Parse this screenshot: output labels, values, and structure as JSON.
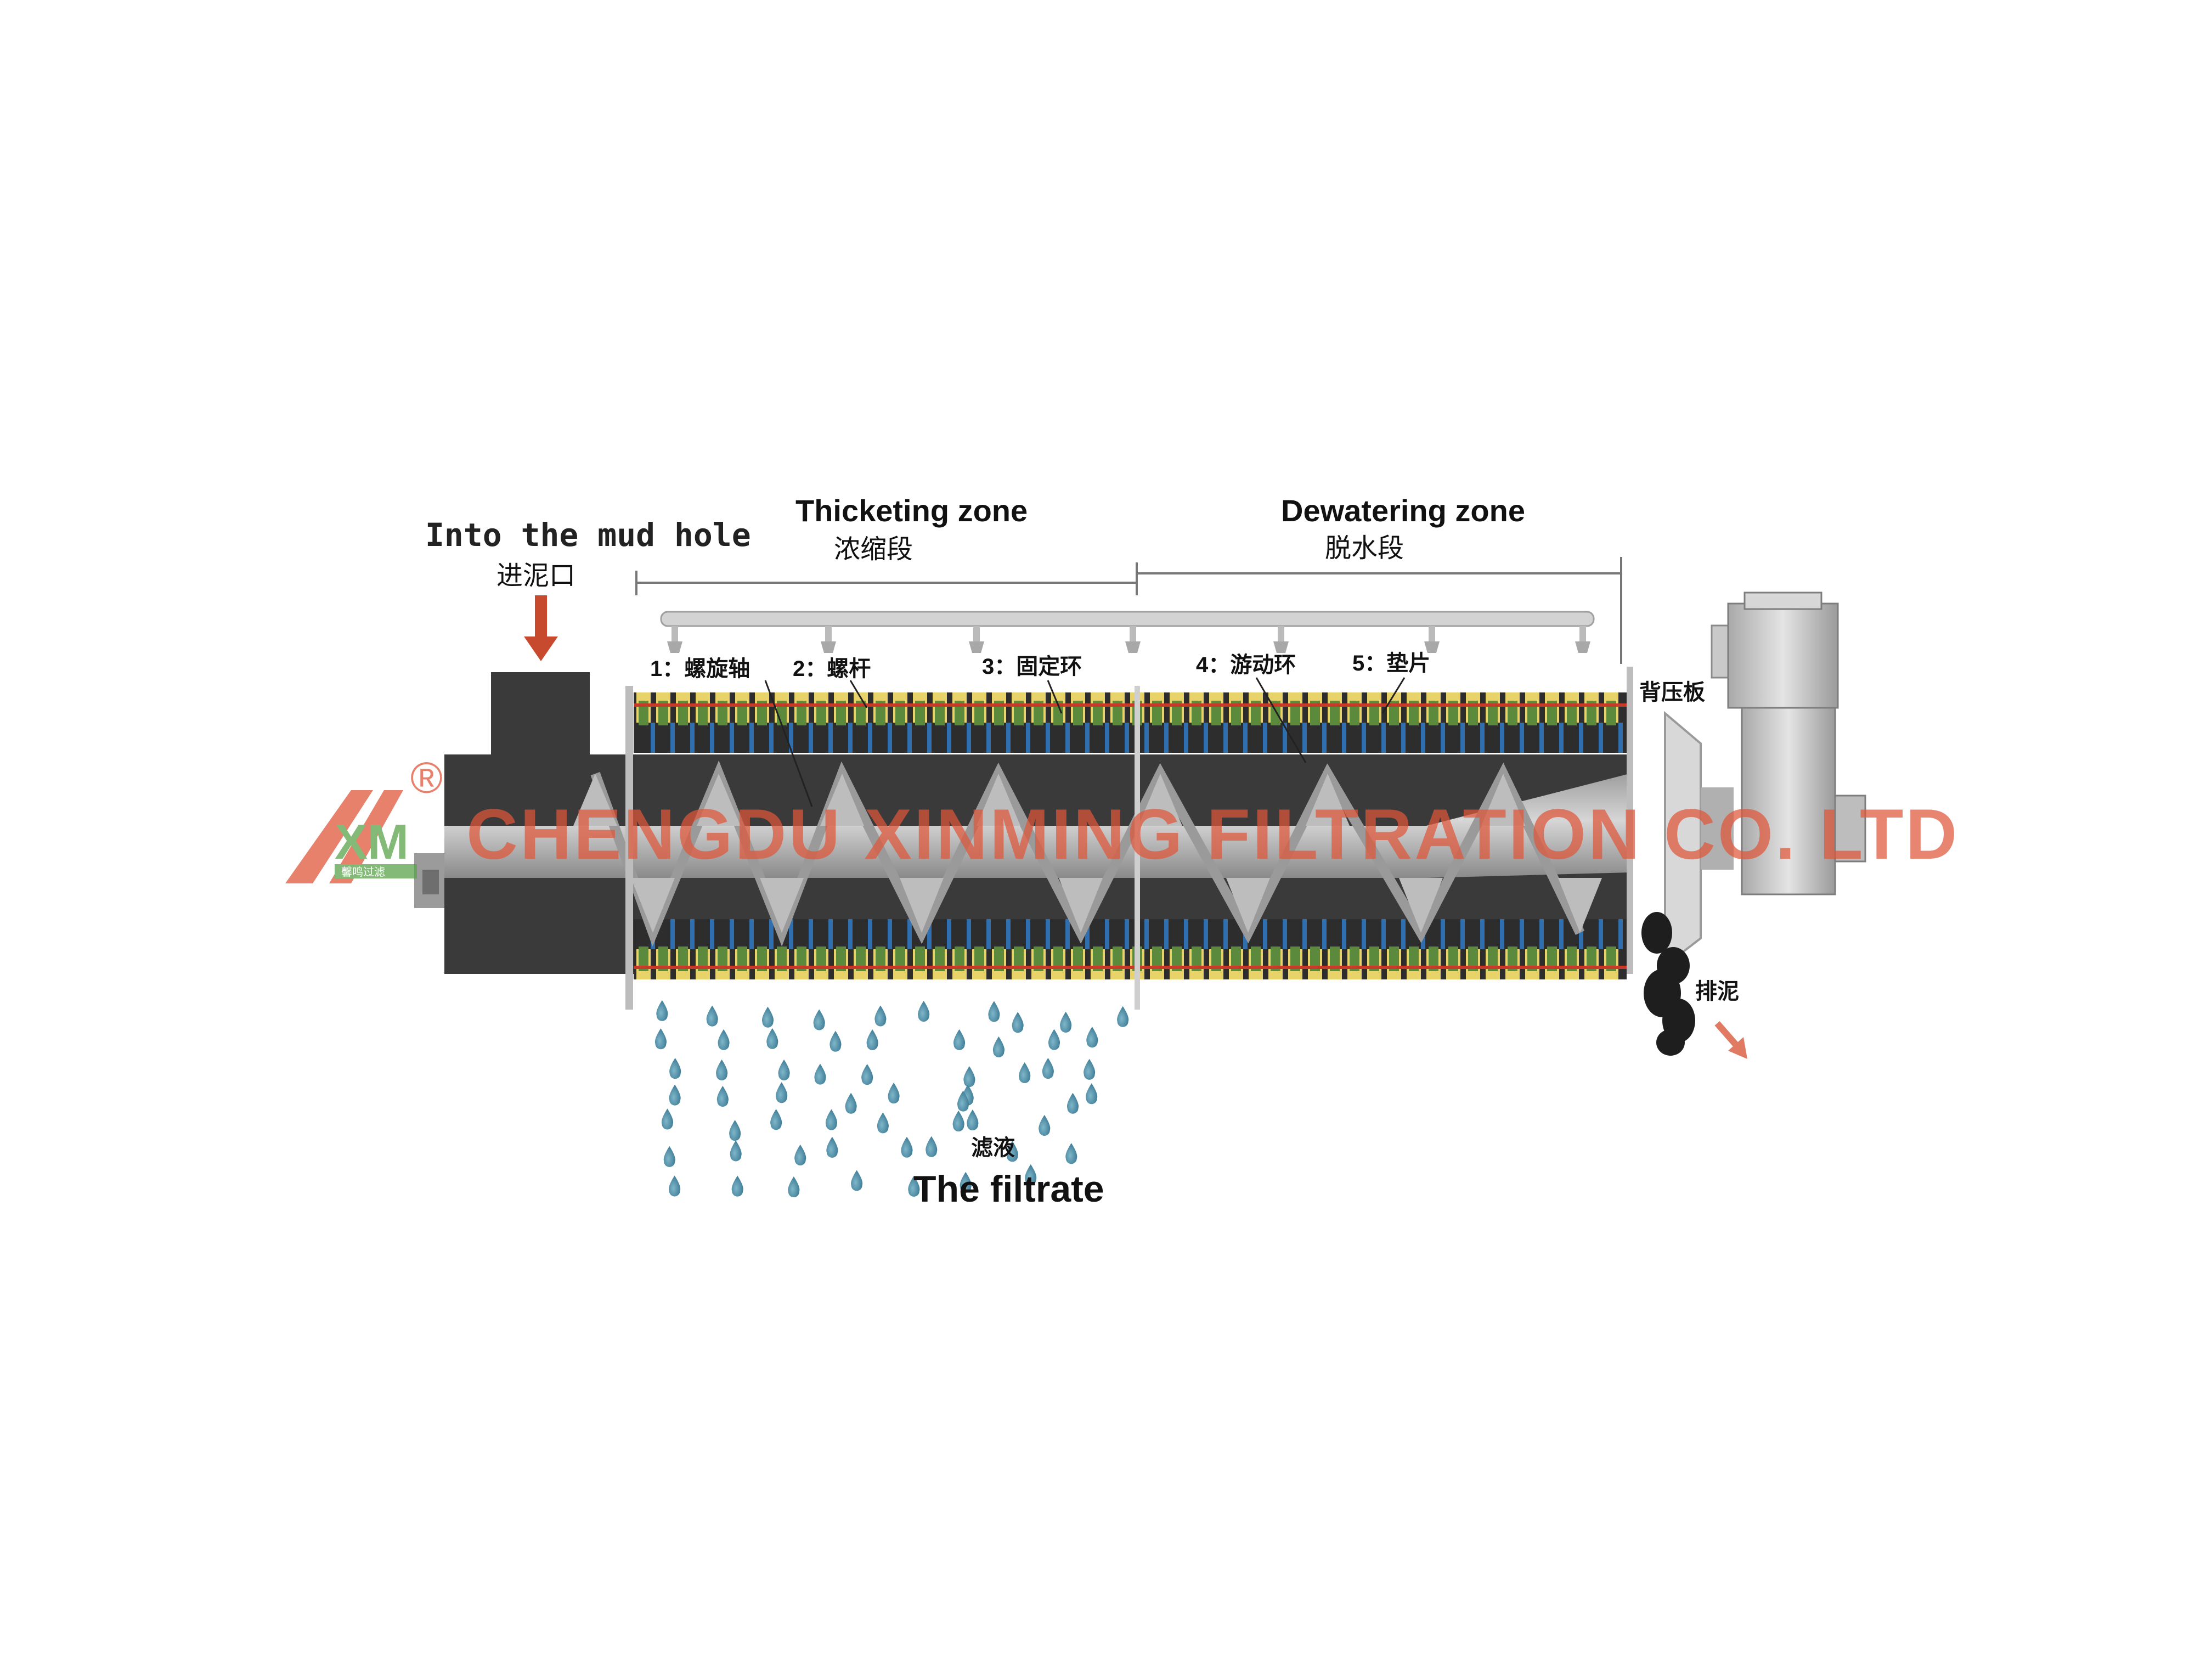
{
  "diagram": {
    "inlet": {
      "label_en": "Into the mud hole",
      "label_cn": "进泥口"
    },
    "zones": [
      {
        "label_en": "Thicketing zone",
        "label_cn": "浓缩段"
      },
      {
        "label_en": "Dewatering zone",
        "label_cn": "脱水段"
      }
    ],
    "parts": [
      {
        "label": "1：螺旋轴"
      },
      {
        "label": "2：螺杆"
      },
      {
        "label": "3：固定环"
      },
      {
        "label": "4：游动环"
      },
      {
        "label": "5：垫片"
      }
    ],
    "back_plate": {
      "label_cn": "背压板"
    },
    "sludge_outlet": {
      "label_cn": "排泥"
    },
    "filtrate": {
      "label_en": "The filtrate",
      "label_cn": "滤液"
    },
    "watermark": {
      "text": "CHENGDU XINMING FILTRATION CO. LTD",
      "logo_letters": "XM",
      "logo_sub": "馨鸣过滤",
      "registered": "®"
    },
    "colors": {
      "housing": "#3a3a3a",
      "shaft": "#b8b8b8",
      "ring_yellow": "#e8d36a",
      "ring_green": "#5c8a3c",
      "ring_blue": "#2f6fb0",
      "rod_red": "#c83a28",
      "arrow": "#c84a2e",
      "water": "#4f8fa8",
      "watermark": "#e0573a"
    }
  }
}
